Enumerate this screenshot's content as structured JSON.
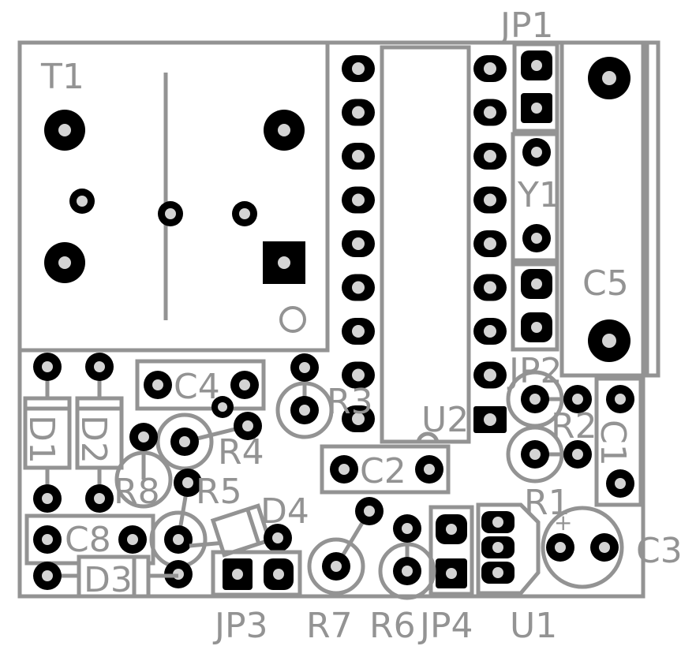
{
  "board": {
    "silk_color": "#939393",
    "pad_color": "#000000",
    "hole_color": "#d4d4d4",
    "background": "#ffffff"
  },
  "labels": {
    "T1": "T1",
    "JP1": "JP1",
    "Y1": "Y1",
    "C5": "C5",
    "JP2": "JP2",
    "R2": "R2",
    "C1": "C1",
    "C4": "C4",
    "R3": "R3",
    "U2": "U2",
    "D1": "D1",
    "D2": "D2",
    "R4": "R4",
    "C2": "C2",
    "R8": "R8",
    "R5": "R5",
    "R1": "R1",
    "D4": "D4",
    "C3": "C3",
    "C8": "C8",
    "D3": "D3",
    "JP3": "JP3",
    "R7": "R7",
    "R6": "R6",
    "JP4": "JP4",
    "U1": "U1",
    "plus": "+"
  }
}
